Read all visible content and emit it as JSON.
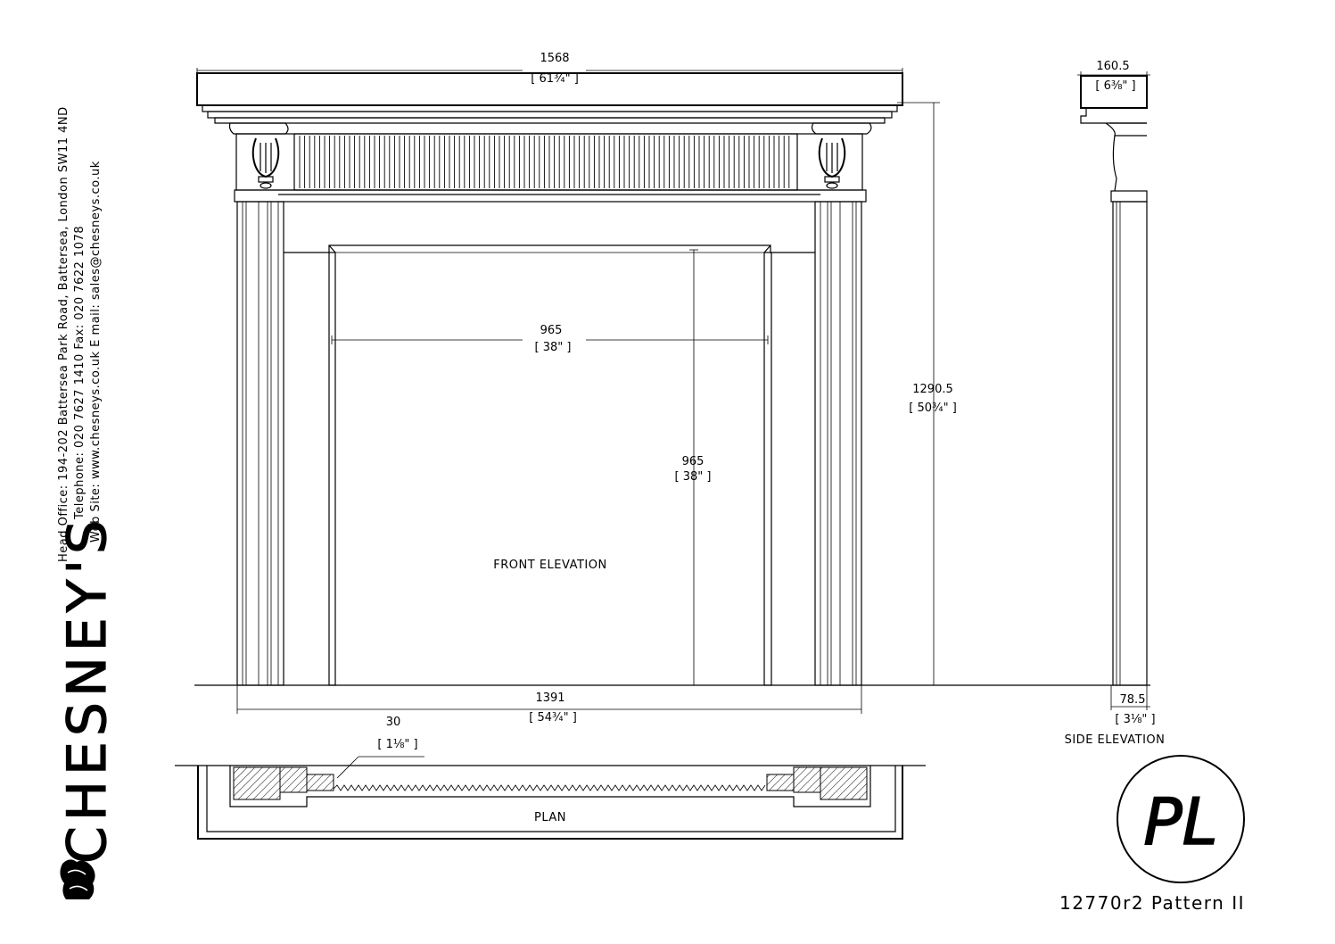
{
  "drawing": {
    "front_label": "FRONT ELEVATION",
    "side_label": "SIDE ELEVATION",
    "plan_label": "PLAN",
    "drawing_code": "12770r2 Pattern II",
    "monogram_text": "PL"
  },
  "brand": {
    "name": "CHESNEY'S",
    "address_line1": "Head Office: 194-202 Battersea Park Road, Battersea, London SW11 4ND",
    "address_line2": "Telephone: 020 7627 1410 Fax: 020 7622 1078",
    "address_line3": "Web Site: www.chesneys.co.uk     E mail: sales@chesneys.co.uk"
  },
  "dimensions": {
    "overall_width": {
      "mm": "1568",
      "inch": "[ 61¾\" ]"
    },
    "opening_width": {
      "mm": "965",
      "inch": "[ 38\" ]"
    },
    "opening_height": {
      "mm": "965",
      "inch": "[ 38\" ]"
    },
    "overall_height": {
      "mm": "1290.5",
      "inch": "[ 50¾\" ]"
    },
    "inner_width": {
      "mm": "1391",
      "inch": "[ 54¾\" ]"
    },
    "plan_reveal": {
      "mm": "30",
      "inch": "[ 1⅛\" ]"
    },
    "shelf_depth": {
      "mm": "160.5",
      "inch": "[ 6⅜\" ]"
    },
    "leg_depth": {
      "mm": "78.5",
      "inch": "[ 3⅛\" ]"
    }
  }
}
